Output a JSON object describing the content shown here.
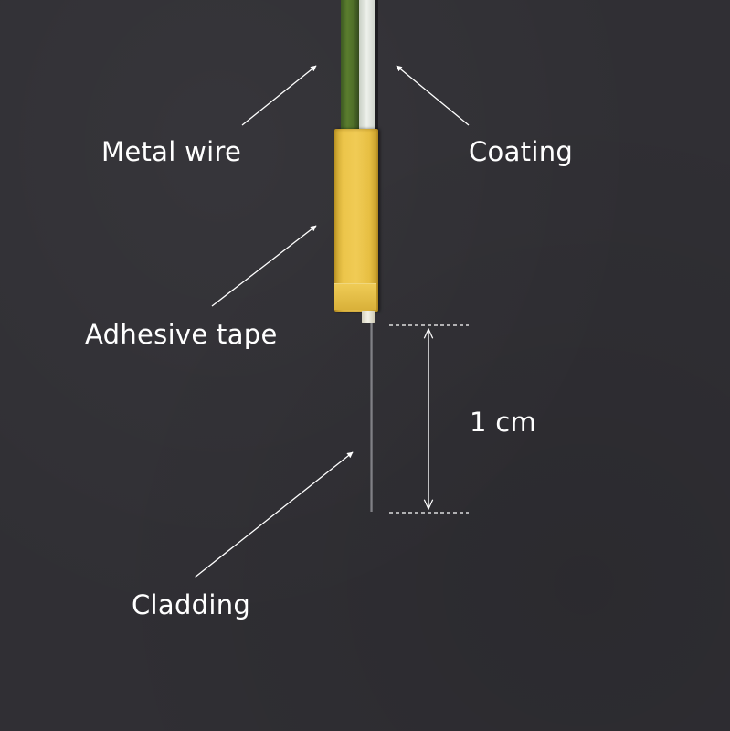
{
  "figure": {
    "labels": {
      "metal_wire": "Metal wire",
      "coating": "Coating",
      "adhesive_tape": "Adhesive tape",
      "cladding": "Cladding",
      "scale": "1 cm"
    },
    "colors": {
      "background": "#302f34",
      "metal_wire": "#5b7d2e",
      "coating": "#eef1ec",
      "adhesive_tape": "#f0cb55",
      "annotation": "#ffffff"
    }
  }
}
